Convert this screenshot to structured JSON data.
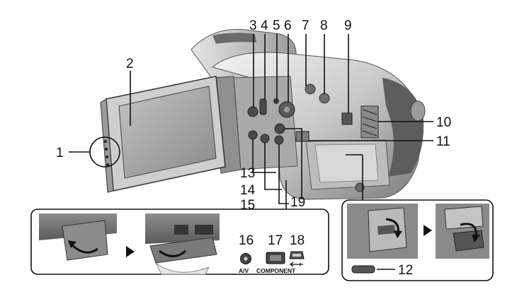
{
  "callouts": {
    "n1": "1",
    "n2": "2",
    "n3": "3",
    "n4": "4",
    "n5": "5",
    "n6": "6",
    "n7": "7",
    "n8": "8",
    "n9": "9",
    "n10": "10",
    "n11": "11",
    "n12": "12",
    "n13": "13",
    "n14": "14",
    "n15": "15",
    "n16": "16",
    "n17": "17",
    "n18": "18",
    "n19": "19"
  },
  "terminals": {
    "av_label": "A/V",
    "component_label": "COMPONENT"
  }
}
